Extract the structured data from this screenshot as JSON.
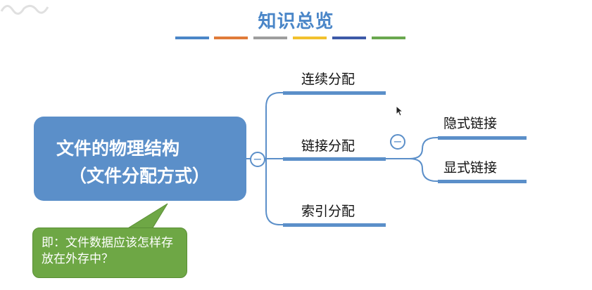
{
  "slide": {
    "title": "知识总览"
  },
  "title_bar_colors": [
    "#4a86c8",
    "#e07b39",
    "#9e9e9e",
    "#f2c12e",
    "#3d5aa8",
    "#6aa84f"
  ],
  "root_node": {
    "line1": "文件的物理结构",
    "line2": "（文件分配方式）",
    "color": "#5b8fc9"
  },
  "branches": [
    {
      "label": "连续分配"
    },
    {
      "label": "链接分配"
    },
    {
      "label": "索引分配"
    }
  ],
  "sub_branches": [
    {
      "label": "隐式链接"
    },
    {
      "label": "显式链接"
    }
  ],
  "collapse_symbol": "−",
  "note": {
    "text": "即：文件数据应该怎样存放在外存中？",
    "color": "#6ea745"
  }
}
